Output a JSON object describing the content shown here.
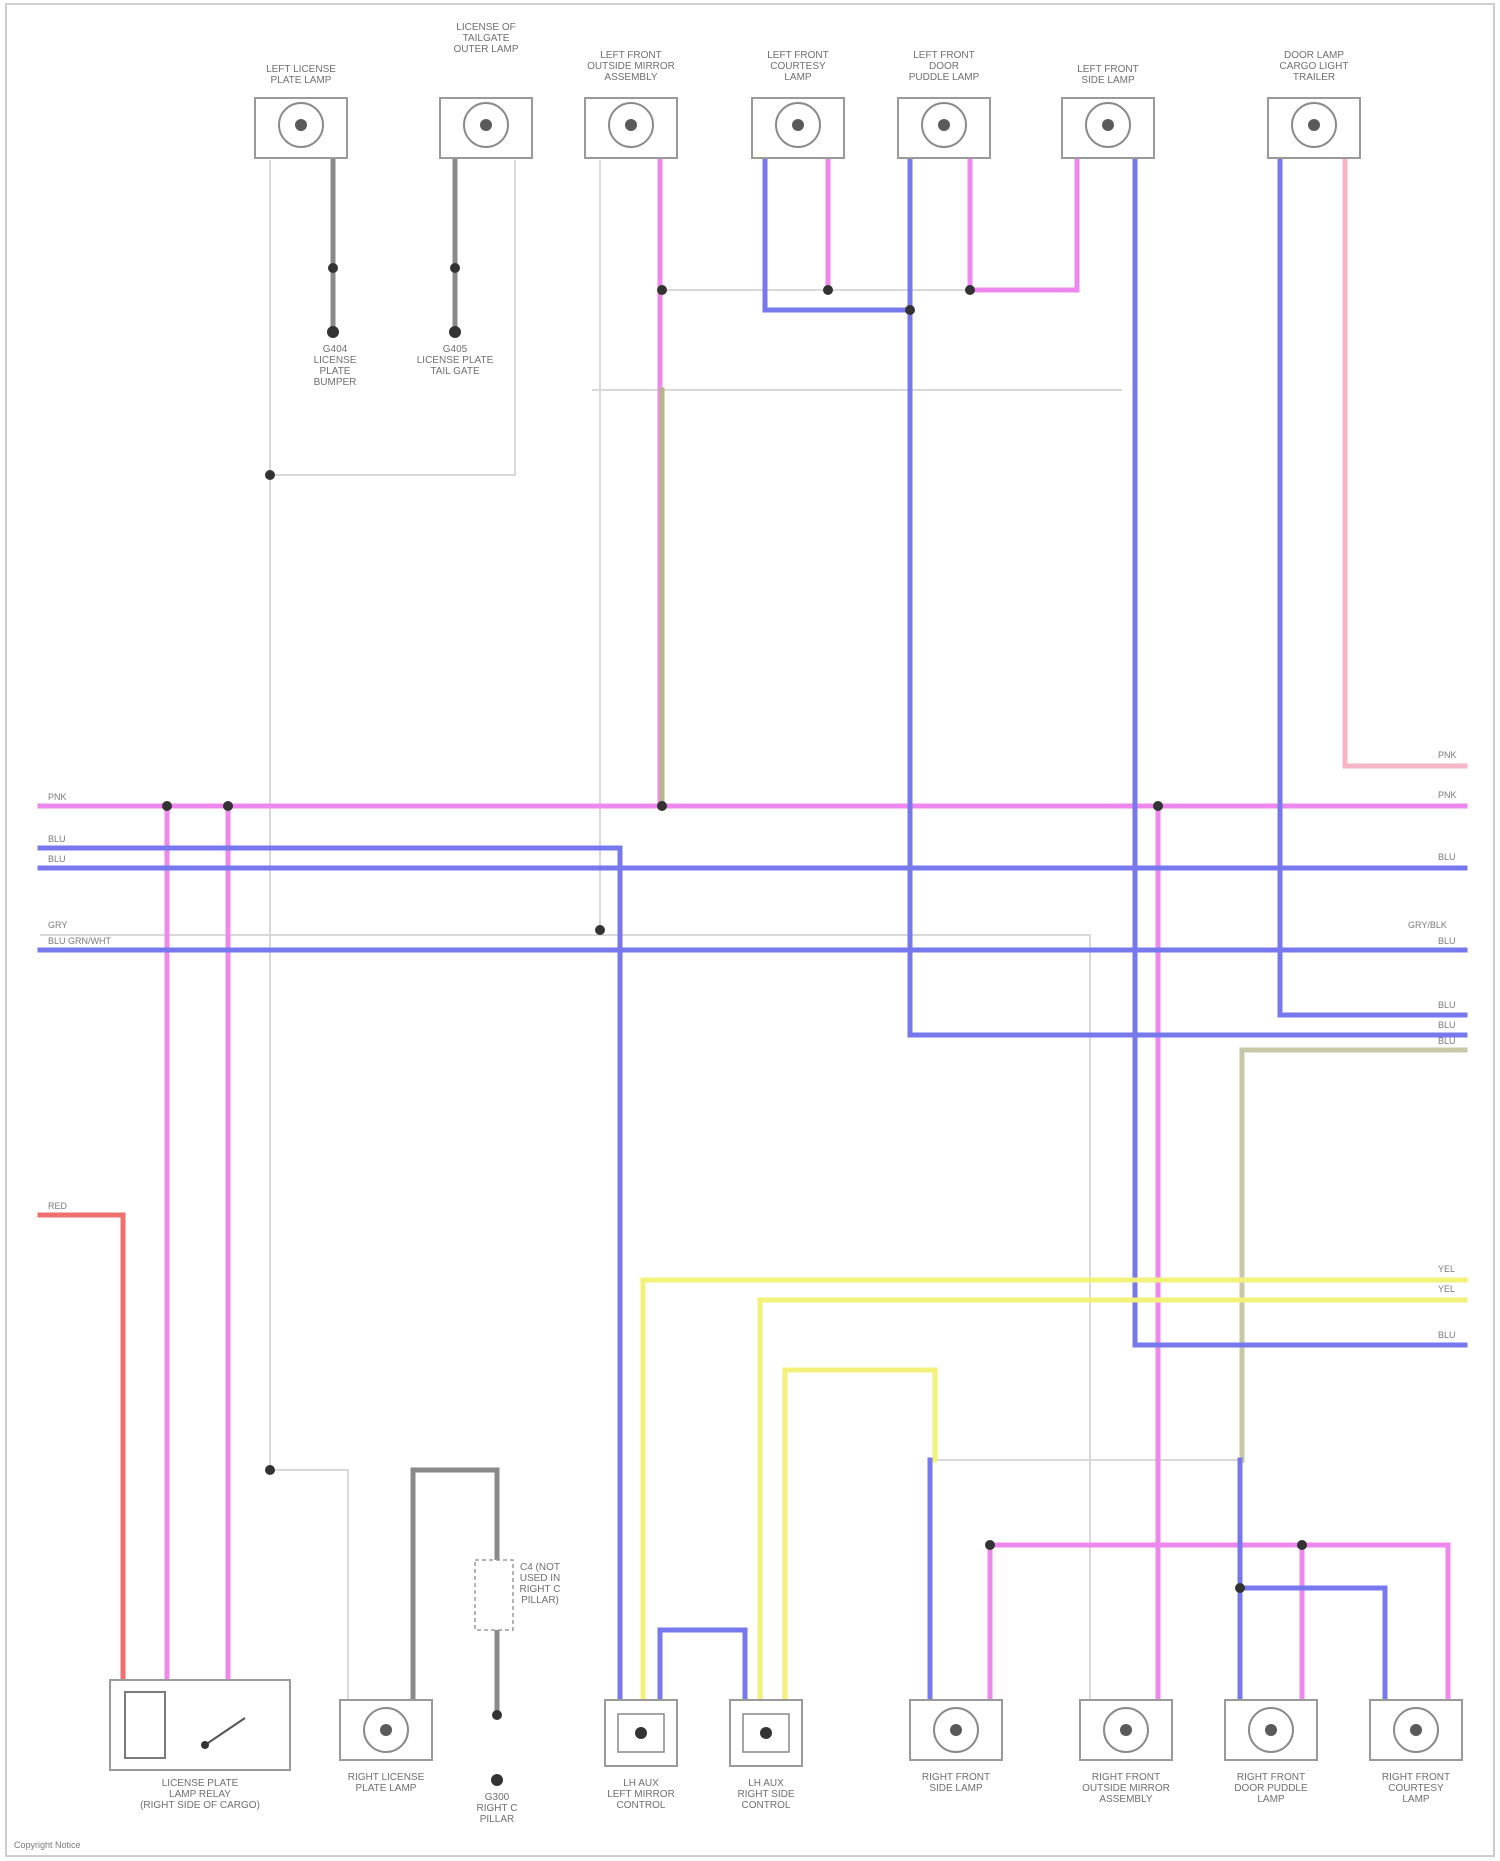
{
  "colors": {
    "pink": "#ee88ee",
    "blue": "#7777ee",
    "gray_wire": "#8a8a8a",
    "light_gray_wire": "#d9d9d9",
    "red": "#f07070",
    "light_red": "#f5b5c5",
    "yellow": "#f2f27a",
    "olive": "#b5b58a"
  },
  "top_components": [
    {
      "label": "LEFT LICENSE\nPLATE LAMP"
    },
    {
      "label": "LICENSE OF\nTAILGATE\nOUTER LAMP"
    },
    {
      "label": "LEFT FRONT\nOUTSIDE MIRROR\nASSEMBLY"
    },
    {
      "label": "LEFT FRONT\nCOURTESY\nLAMP"
    },
    {
      "label": "LEFT FRONT\nDOOR\nPUDDLE LAMP"
    },
    {
      "label": "LEFT FRONT\nSIDE LAMP"
    },
    {
      "label": "DOOR LAMP\nCARGO LIGHT\nTRAILER"
    }
  ],
  "bottom_components": [
    {
      "label": "LICENSE PLATE\nLAMP RELAY\n(RIGHT SIDE OF CARGO)"
    },
    {
      "label": "RIGHT LICENSE\nPLATE LAMP"
    },
    {
      "label": "G300\nRIGHT C\nPILLAR"
    },
    {
      "label": "LH AUX\nLEFT MIRROR\nCONTROL"
    },
    {
      "label": "LH AUX\nRIGHT SIDE\nCONTROL"
    },
    {
      "label": "RIGHT FRONT\nSIDE LAMP"
    },
    {
      "label": "RIGHT FRONT\nOUTSIDE MIRROR\nASSEMBLY"
    },
    {
      "label": "RIGHT FRONT\nDOOR PUDDLE\nLAMP"
    },
    {
      "label": "RIGHT FRONT\nCOURTESY\nLAMP"
    }
  ],
  "grounds": [
    {
      "label": "G404\nLICENSE\nPLATE\nBUMPER"
    },
    {
      "label": "G405\nLICENSE PLATE\nTAIL GATE"
    }
  ],
  "wire_labels": {
    "left_pink_bus": "PNK",
    "left_blue_bus_1": "BLU",
    "left_blue_bus_2": "BLU",
    "left_gray_bus": "GRY",
    "left_blue_gray_bus": "BLU GRN/WHT",
    "left_red": "RED",
    "right_light_red": "PNK",
    "right_pink": "PNK",
    "right_blue": "BLU",
    "right_gray": "GRY/BLK",
    "right_gray_b": "BLU",
    "right_blue_a": "BLU",
    "right_blue_b": "BLU",
    "right_blue_c": "BLU",
    "right_yellow_a": "YEL",
    "right_yellow_b": "YEL",
    "right_blue_low": "BLU"
  },
  "connector_note": "C4 (NOT\nUSED IN\nRIGHT C\nPILLAR)",
  "footer": "Copyright Notice"
}
